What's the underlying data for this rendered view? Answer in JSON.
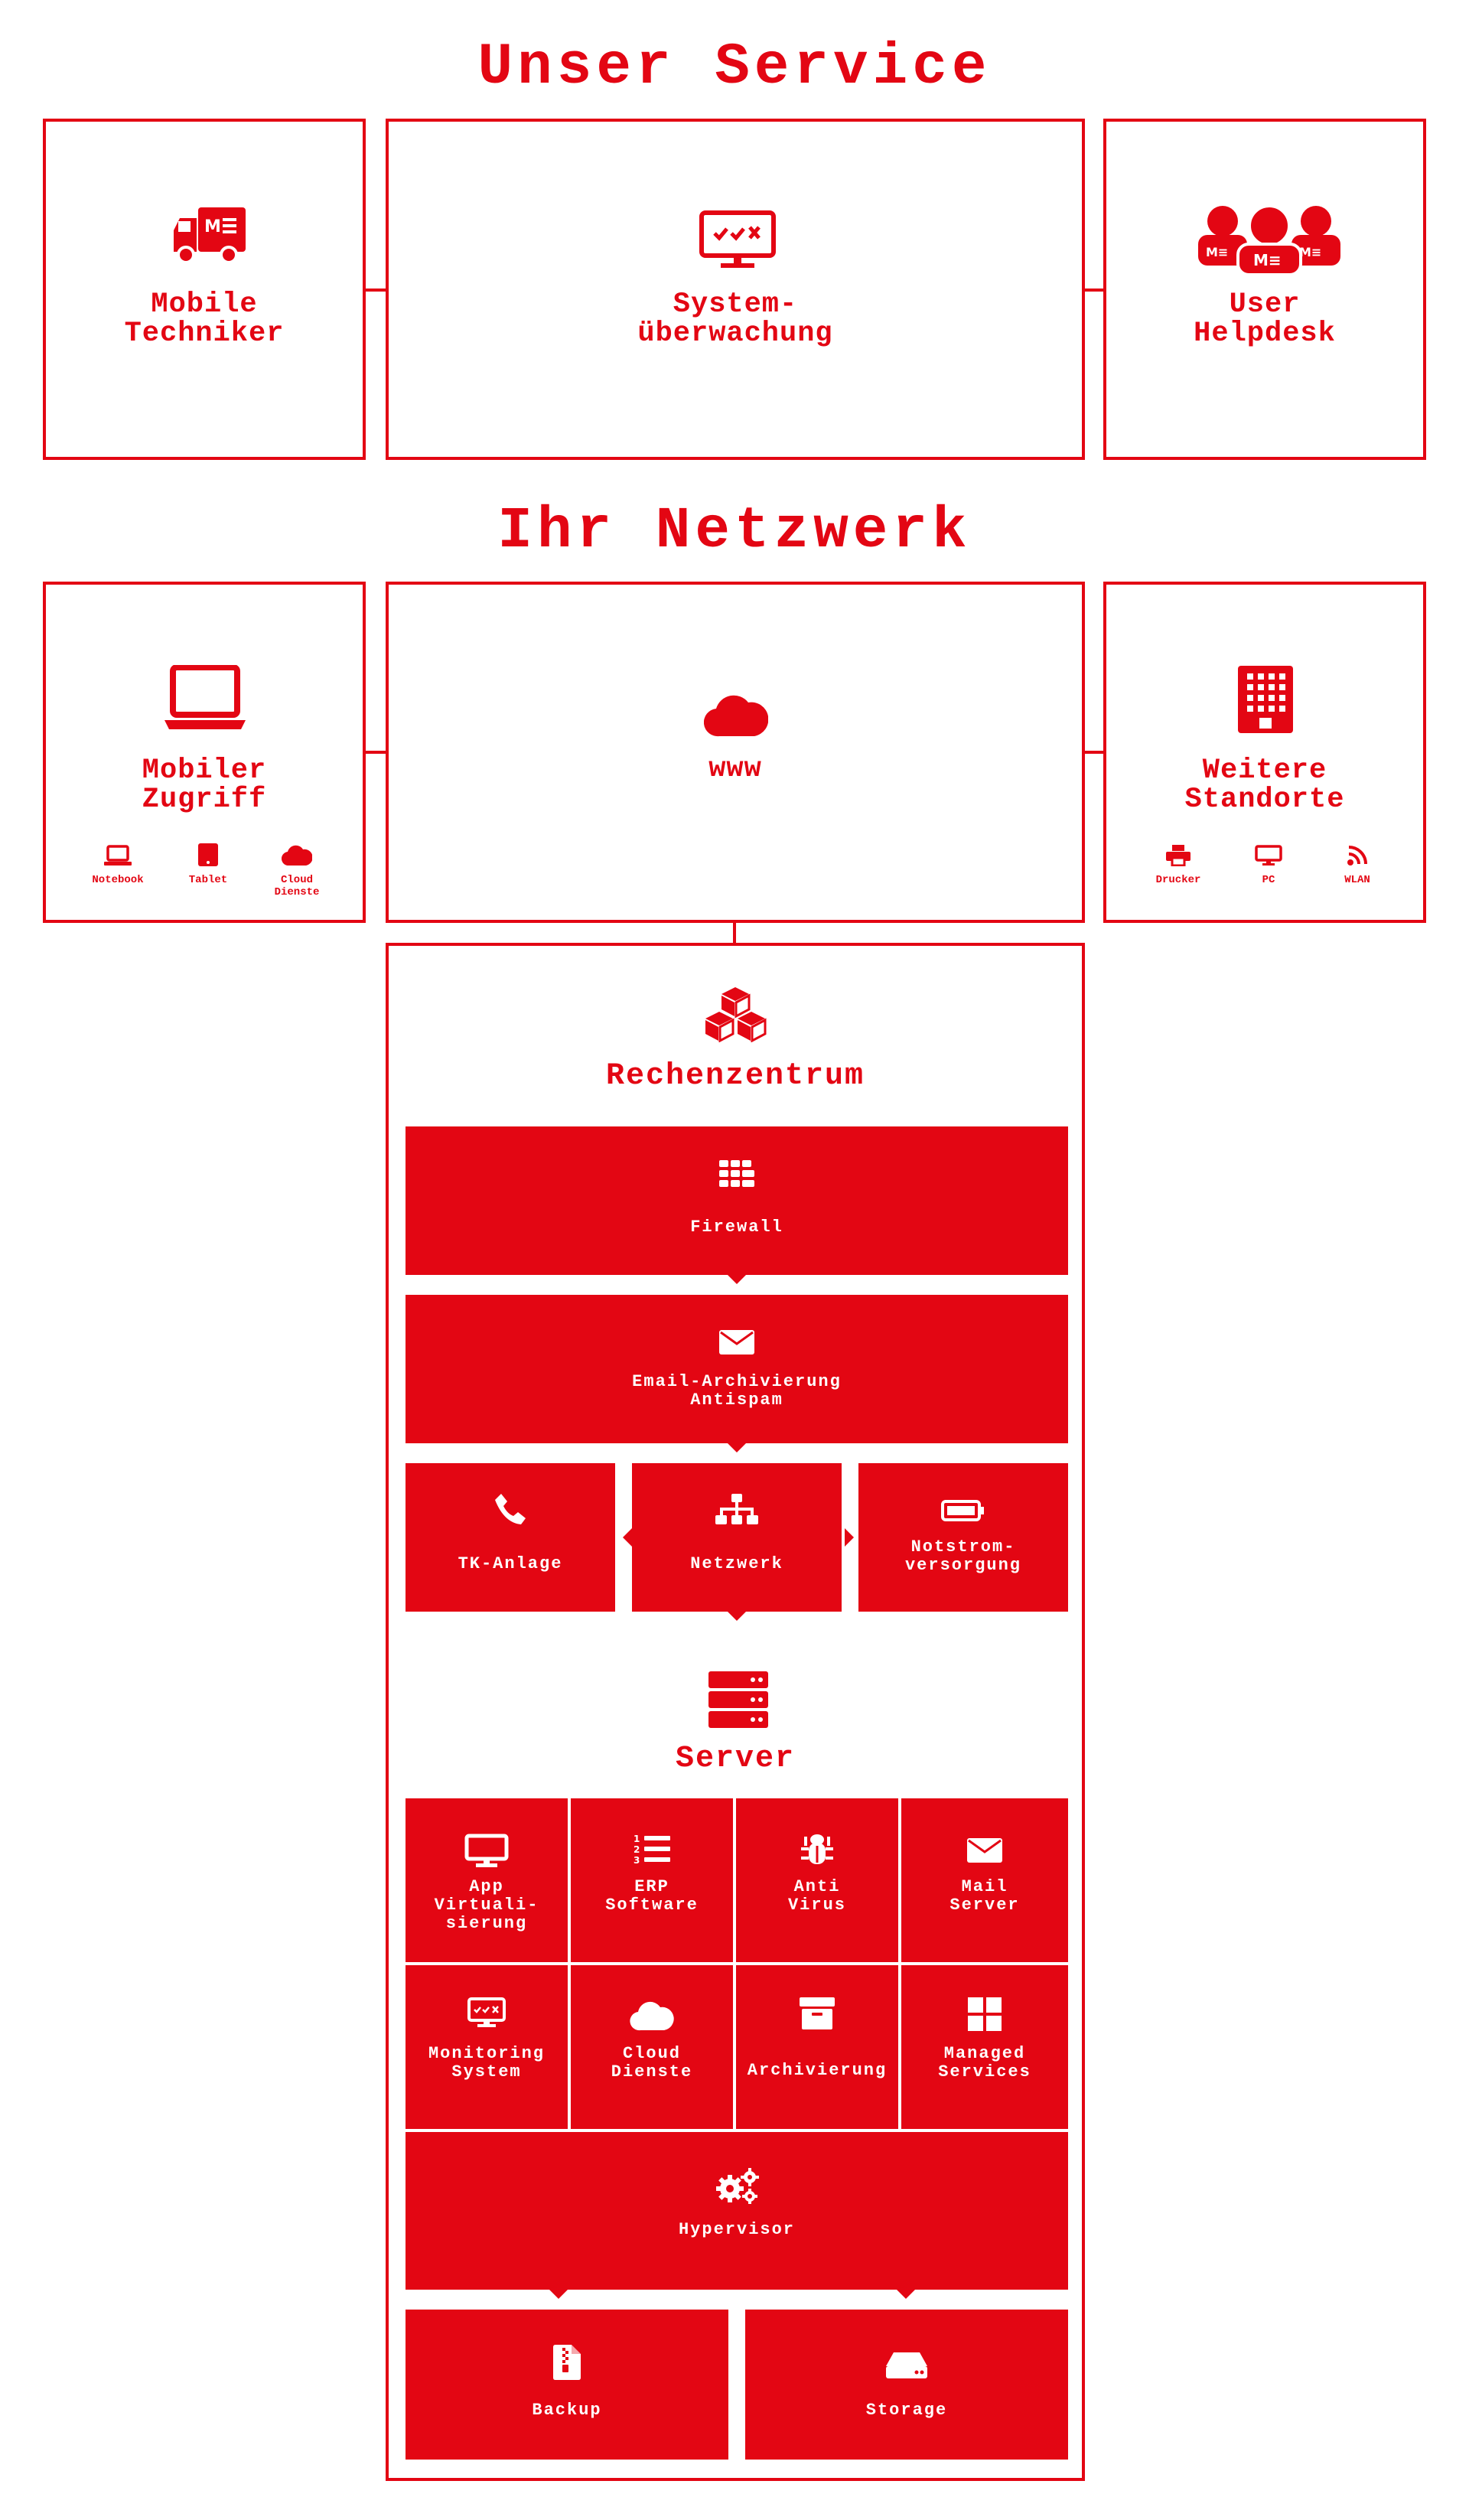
{
  "colors": {
    "brand": "#e30613",
    "background": "#ffffff"
  },
  "service": {
    "title": "Unser Service",
    "boxes": [
      {
        "label": "Mobile\nTechniker",
        "icon": "truck-icon"
      },
      {
        "label": "System-\nüberwachung",
        "icon": "monitor-check-icon"
      },
      {
        "label": "User\nHelpdesk",
        "icon": "helpdesk-people-icon"
      }
    ]
  },
  "network": {
    "title": "Ihr Netzwerk",
    "mobile": {
      "label": "Mobiler\nZugriff",
      "icon": "laptop-icon",
      "items": [
        {
          "label": "Notebook",
          "icon": "notebook-icon"
        },
        {
          "label": "Tablet",
          "icon": "tablet-icon"
        },
        {
          "label": "Cloud\nDienste",
          "icon": "cloud-icon"
        }
      ]
    },
    "www": {
      "label": "www",
      "icon": "cloud-icon"
    },
    "sites": {
      "label": "Weitere\nStandorte",
      "icon": "building-icon",
      "items": [
        {
          "label": "Drucker",
          "icon": "printer-icon"
        },
        {
          "label": "PC",
          "icon": "pc-icon"
        },
        {
          "label": "WLAN",
          "icon": "wifi-icon"
        }
      ]
    }
  },
  "datacenter": {
    "title": "Rechenzentrum",
    "icon": "cubes-icon",
    "firewall": "Firewall",
    "email": "Email-Archivierung\nAntispam",
    "row3": [
      {
        "label": "TK-Anlage",
        "icon": "phone-icon"
      },
      {
        "label": "Netzwerk",
        "icon": "sitemap-icon"
      },
      {
        "label": "Notstrom-\nversorgung",
        "icon": "battery-icon"
      }
    ],
    "server_title": "Server",
    "server_icon": "server-icon",
    "grid": [
      {
        "label": "App\nVirtuali-\nsierung",
        "icon": "monitor-icon"
      },
      {
        "label": "ERP\nSoftware",
        "icon": "list-numbered-icon"
      },
      {
        "label": "Anti\nVirus",
        "icon": "bug-icon"
      },
      {
        "label": "Mail\nServer",
        "icon": "envelope-icon"
      },
      {
        "label": "Monitoring\nSystem",
        "icon": "monitor-check-icon"
      },
      {
        "label": "Cloud\nDienste",
        "icon": "cloud-icon"
      },
      {
        "label": "Archivierung",
        "icon": "archive-box-icon"
      },
      {
        "label": "Managed\nServices",
        "icon": "windows-grid-icon"
      }
    ],
    "hypervisor": "Hypervisor",
    "backup": "Backup",
    "storage": "Storage"
  }
}
